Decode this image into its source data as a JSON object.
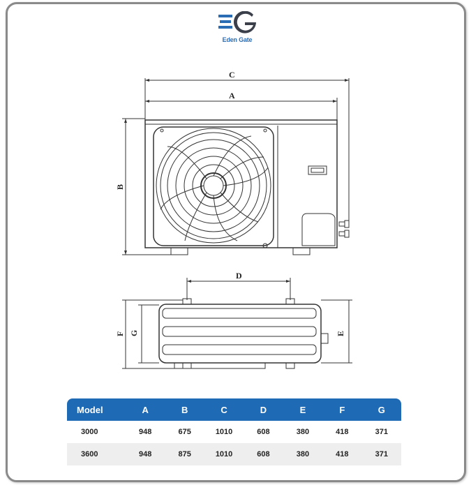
{
  "brand": {
    "name": "Eden Gate",
    "color": "#2a6db5"
  },
  "drawing": {
    "labels": {
      "c": "C",
      "a": "A",
      "b": "B",
      "d": "D",
      "e": "E",
      "f": "F",
      "g": "G"
    }
  },
  "table": {
    "header_color": "#1e6ab4",
    "columns": [
      "Model",
      "A",
      "B",
      "C",
      "D",
      "E",
      "F",
      "G"
    ],
    "rows": [
      [
        "3000",
        "948",
        "675",
        "1010",
        "608",
        "380",
        "418",
        "371"
      ],
      [
        "3600",
        "948",
        "875",
        "1010",
        "608",
        "380",
        "418",
        "371"
      ]
    ]
  }
}
